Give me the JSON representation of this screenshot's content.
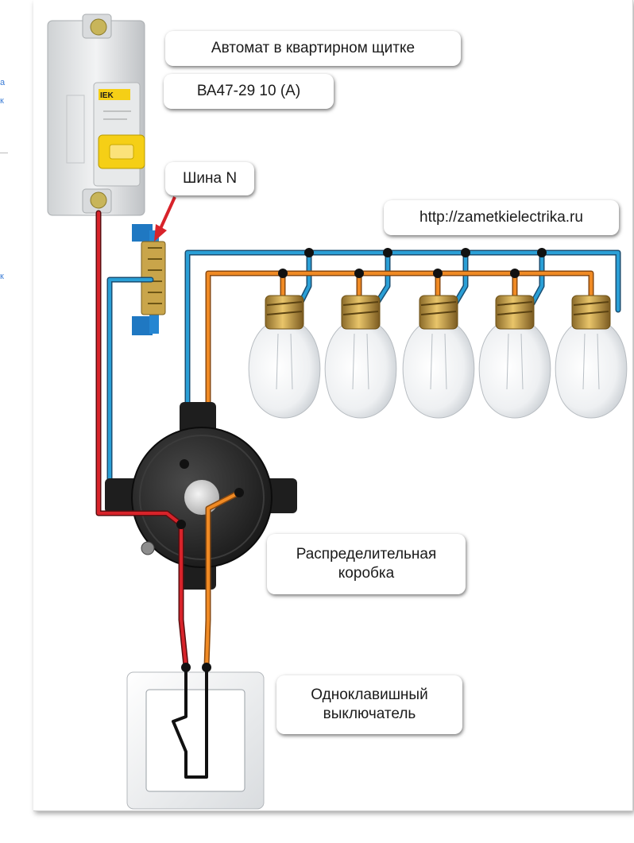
{
  "labels": {
    "breaker": "Автомат в квартирном щитке",
    "breaker_model": "ВА47-29 10 (А)",
    "neutral_bus": "Шина N",
    "website": "http://zametkielectrika.ru",
    "junction_box": "Распределительная\nкоробка",
    "switch": "Одноклавишный\nвыключатель"
  },
  "breaker_brand": "IEK",
  "side_fragments": [
    "а",
    "к",
    "к"
  ],
  "colors": {
    "phase_wire": "#d8232a",
    "neutral_wire": "#2a9fd6",
    "switched_wire": "#f08a24",
    "junction_box": "#1e1e1e",
    "breaker_handle": "#f5cf16"
  },
  "lamp_count": 5
}
